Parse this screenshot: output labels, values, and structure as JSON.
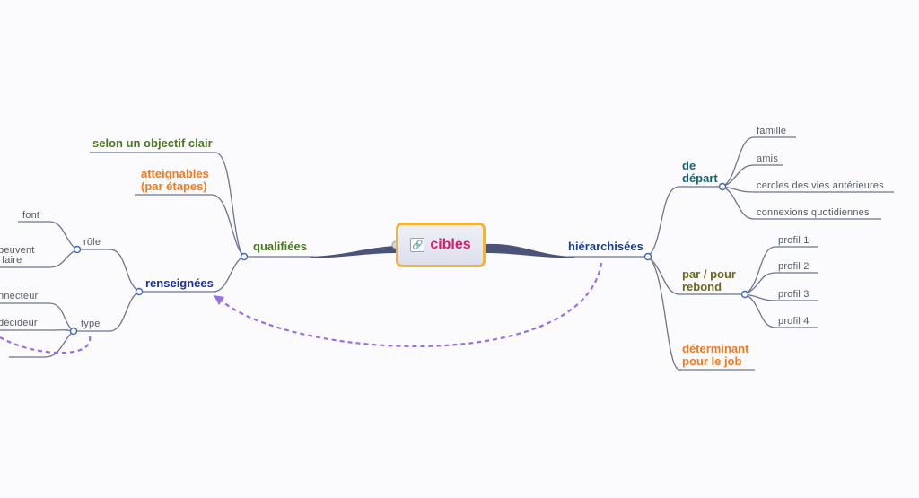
{
  "central": {
    "label": "cibles",
    "icon": "link-icon"
  },
  "colors": {
    "central_text": "#e0186c",
    "central_border": "#f0b43c",
    "branch_blue": "#1d3f8c",
    "green": "#4a7a1e",
    "orange": "#f07a1e",
    "teal": "#1a6470",
    "olive": "#6b6a1a",
    "relationship": "#9a6ee0"
  },
  "right": {
    "hierarchisees": "hiérarchisées",
    "depart": {
      "line1": "de",
      "line2": "départ"
    },
    "depart_children": [
      "famille",
      "amis",
      "cercles des vies antérieures",
      "connexions quotidiennes"
    ],
    "rebond": {
      "line1": "par / pour",
      "line2": "rebond"
    },
    "rebond_children": [
      "profil 1",
      "profil 2",
      "profil 3",
      "profil 4"
    ],
    "determinant": {
      "line1": "déterminant",
      "line2": "pour le job"
    }
  },
  "left": {
    "qualifiees": "qualifiées",
    "objectif": "selon un objectif clair",
    "atteignables": {
      "line1": "atteignables",
      "line2": "(par étapes)"
    },
    "renseignees": "renseignées",
    "role": "rôle",
    "role_children": [
      "font",
      "peuvent",
      "faire"
    ],
    "type": "type",
    "type_children": [
      "nnecteur",
      "décideur"
    ]
  }
}
